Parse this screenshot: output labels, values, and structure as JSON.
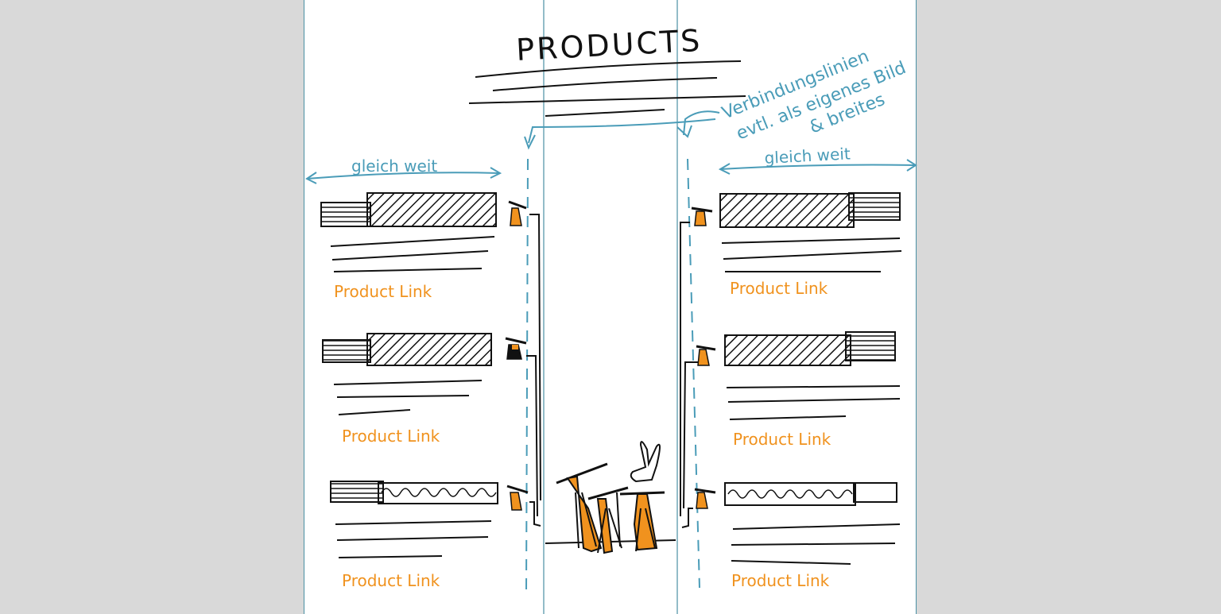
{
  "title": "PRODUCTS",
  "annotation": {
    "note_line1": "Verbindungslinien",
    "note_line2": "evtl. als eigenes Bild",
    "note_line3": "& breites",
    "left_width": "gleich weit",
    "right_width": "gleich weit"
  },
  "products_left": [
    {
      "link": "Product Link"
    },
    {
      "link": "Product Link"
    },
    {
      "link": "Product Link"
    }
  ],
  "products_right": [
    {
      "link": "Product Link"
    },
    {
      "link": "Product Link"
    },
    {
      "link": "Product Link"
    }
  ],
  "colors": {
    "guide": "#4a9cb8",
    "ink": "#111111",
    "accent": "#f0921e"
  }
}
